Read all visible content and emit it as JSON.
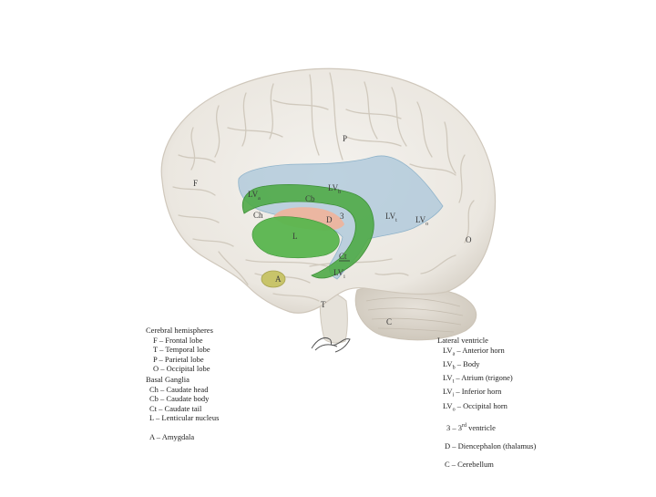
{
  "labels": {
    "F": "F",
    "P": "P",
    "O": "O",
    "T": "T",
    "C": "C",
    "LV_a": "LV",
    "LV_a_sub": "a",
    "LV_b": "LV",
    "LV_b_sub": "b",
    "LV_t": "LV",
    "LV_t_sub": "t",
    "LV_o": "LV",
    "LV_o_sub": "o",
    "LV_i": "LV",
    "LV_i_sub": "i",
    "Ch": "Ch",
    "Cb": "Cb",
    "Ct": "Ct",
    "L": "L",
    "D": "D",
    "three": "3",
    "A": "A"
  },
  "legend_left": {
    "hemispheres_title": "Cerebral hemispheres",
    "hemispheres": [
      "F – Frontal lobe",
      "T – Temporal lobe",
      "P – Parietal lobe",
      "O – Occipital lobe"
    ],
    "ganglia_title": "Basal Ganglia",
    "ganglia": [
      "Ch – Caudate head",
      "Cb – Caudate body",
      "Ct – Caudate tail",
      "L – Lenticular nucleus"
    ],
    "amygdala": "A – Amygdala"
  },
  "legend_right": {
    "title": "Lateral ventricle",
    "items": [
      {
        "code": "LV",
        "sub": "a",
        "text": " – Anterior horn"
      },
      {
        "code": "LV",
        "sub": "b",
        "text": " – Body"
      },
      {
        "code": "LV",
        "sub": "t",
        "text": " – Atrium (trigone)"
      },
      {
        "code": "LV",
        "sub": "i",
        "text": " – Inferior horn"
      },
      {
        "code": "LV",
        "sub": "o",
        "text": " – Occipital horn"
      }
    ],
    "third_prefix": "3 – 3",
    "third_sup": "rd",
    "third_suffix": " ventricle",
    "diencephalon": "D – Diencephalon (thalamus)",
    "cerebellum": "C – Cerebellum"
  },
  "colors": {
    "brain": "#efece6",
    "brain_shadow": "#d9d4cb",
    "ventricle": "#a9c6d9",
    "caudate": "#4faa47",
    "lenticular": "#58b54e",
    "thalamus": "#f0b39a",
    "amygdala": "#c8c46a"
  }
}
